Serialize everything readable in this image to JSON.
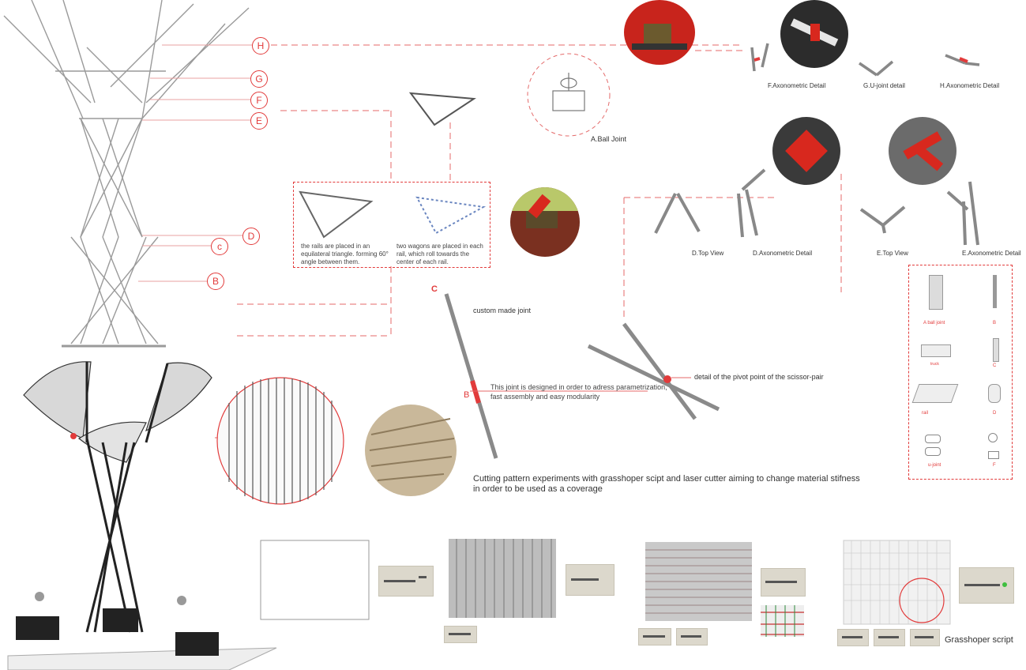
{
  "markers": {
    "H": "H",
    "G": "G",
    "F": "F",
    "E": "E",
    "D": "D",
    "c": "c",
    "B": "B"
  },
  "ball_joint": {
    "label": "A.Ball Joint"
  },
  "triangle_box": {
    "left_caption": "the rails are placed in an equilateral triangle. forming 60° angle between them.",
    "right_caption": "two wagons are placed in each rail, which roll towards the center of each rail."
  },
  "details_top": {
    "f": "F.Axonometric Detail",
    "g": "G.U-joint detail",
    "h": "H.Axonometric Detail"
  },
  "details_mid": {
    "d_top": "D.Top View",
    "d_axo": "D.Axonometric Detail",
    "e_top": "E.Top View",
    "e_axo": "E.Axonometric Detail"
  },
  "joint": {
    "c_letter": "C",
    "b_letter": "B",
    "custom_joint": "custom made joint",
    "description": "This joint is designed in order to adress parametrization, fast assembly and easy modularity",
    "pivot": "detail of the pivot point of the scissor-pair"
  },
  "legend": {
    "items": [
      "A ball joint",
      "B",
      "truck",
      "C",
      "rail",
      "D",
      "u-joint",
      "F"
    ]
  },
  "cutting": {
    "text_line1": "Cutting pattern experiments  with grasshoper scipt and laser cutter aiming to change material stifness",
    "text_line2": " in order to be used as a coverage"
  },
  "grasshopper": {
    "label": "Grasshoper script"
  },
  "colors": {
    "accent": "#e23b3b",
    "line": "#888888",
    "photo_red": "#c8241c"
  }
}
